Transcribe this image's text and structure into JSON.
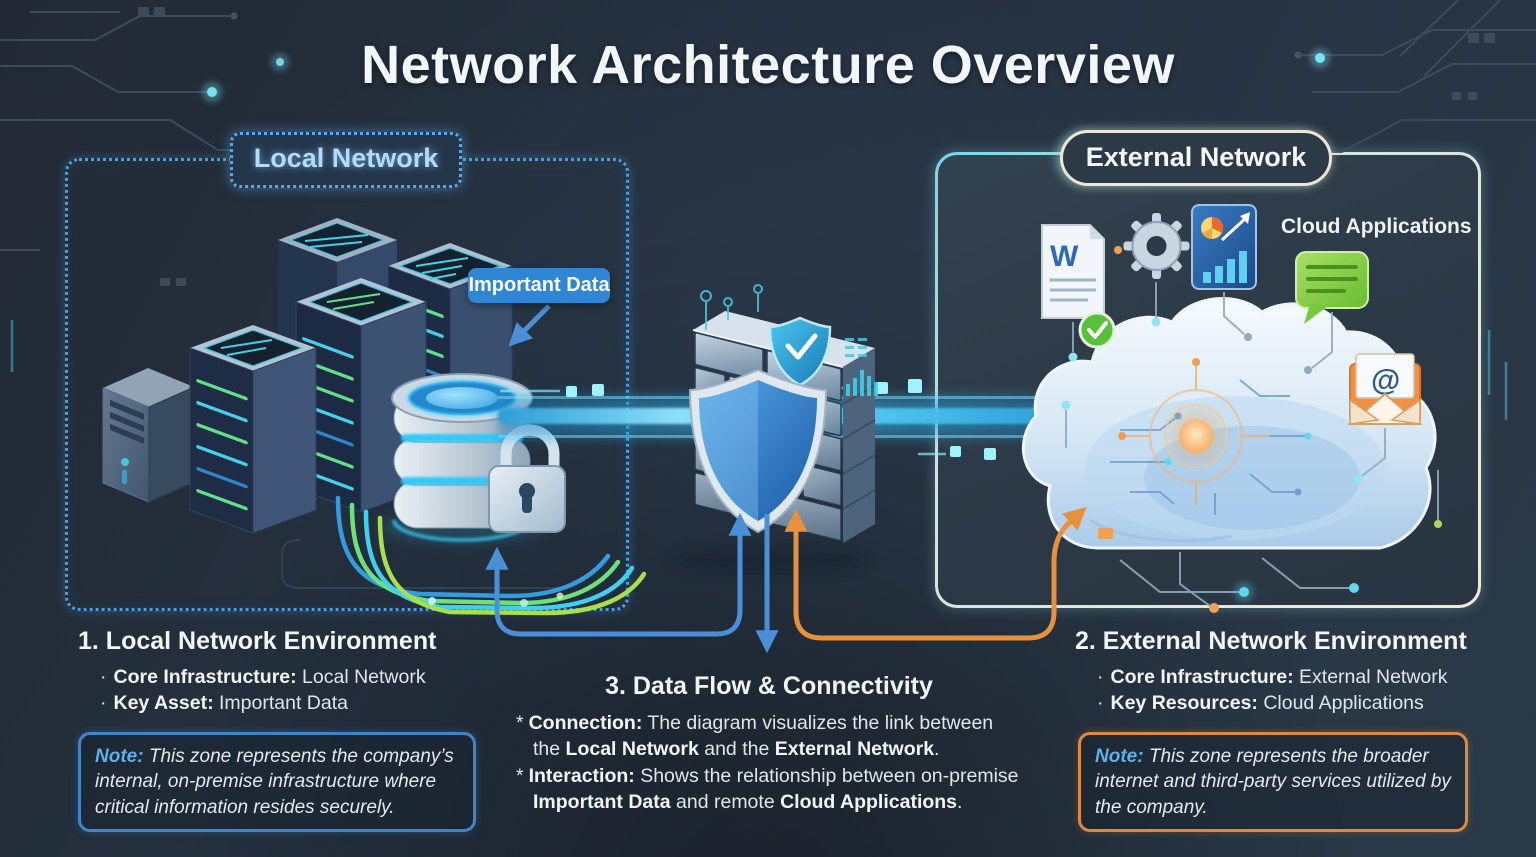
{
  "title": "Network Architecture Overview",
  "zones": {
    "local": {
      "label": "Local Network"
    },
    "external": {
      "label": "External Network"
    }
  },
  "callouts": {
    "important_data": "Important Data",
    "cloud_applications": "Cloud Applications"
  },
  "icon_glyphs": {
    "word": "W",
    "email": "@"
  },
  "sections": {
    "local_env": {
      "heading": "1. Local Network Environment",
      "bullets": [
        {
          "marker": "·",
          "term": "Core Infrastructure:",
          "value": " Local Network"
        },
        {
          "marker": "·",
          "term": "Key Asset:",
          "value": " Important Data"
        }
      ],
      "note": {
        "label": "Note:",
        "text": " This zone represents the company’s internal, on-premise infrastructure where critical information resides securely."
      }
    },
    "data_flow": {
      "heading": "3. Data Flow & Connectivity",
      "bullets": [
        {
          "marker": "*",
          "parts": [
            {
              "t": "Connection:"
            },
            {
              "t": " The diagram visualizes the link between the "
            },
            {
              "t": "Local Network"
            },
            {
              "t": " and the "
            },
            {
              "t": "External Network"
            },
            {
              "t": "."
            }
          ]
        },
        {
          "marker": "*",
          "parts": [
            {
              "t": "Interaction:"
            },
            {
              "t": " Shows the relationship between on-premise "
            },
            {
              "t": "Important Data"
            },
            {
              "t": " and remote "
            },
            {
              "t": "Cloud Applications"
            },
            {
              "t": "."
            }
          ]
        }
      ]
    },
    "external_env": {
      "heading": "2. External Network Environment",
      "bullets": [
        {
          "marker": "·",
          "term": "Core Infrastructure:",
          "value": " External Network"
        },
        {
          "marker": "·",
          "term": "Key Resources:",
          "value": " Cloud Applications"
        }
      ],
      "note": {
        "label": "Note:",
        "text": " This zone represents the broader internet and third-party services utilized by the company."
      }
    }
  },
  "colors": {
    "background": "#253140",
    "local_accent": "#4a9fe0",
    "external_accent": "#ece6d2",
    "important_data_bg": "#2e86d4",
    "data_stream": "#35c8f5",
    "flow_blue": "#4a90d9",
    "flow_orange": "#e8913c",
    "note_blue_border": "#3f86c8",
    "note_orange_border": "#de8a3e",
    "led_green": "#62e085",
    "led_cyan": "#43d2ea"
  }
}
